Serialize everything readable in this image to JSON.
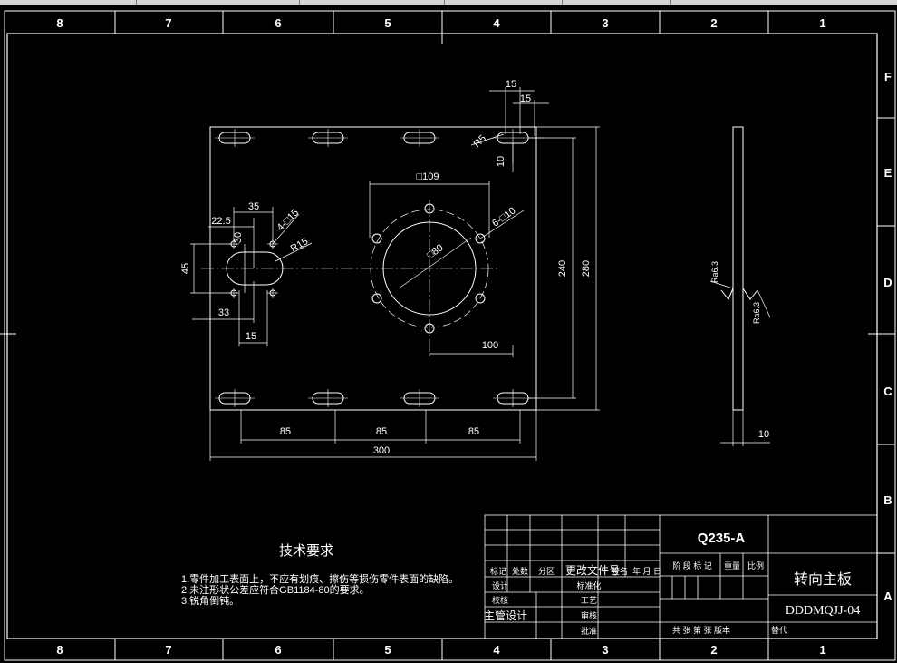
{
  "drawing": {
    "zone_numbers_top": [
      "8",
      "7",
      "6",
      "5",
      "4",
      "3",
      "2",
      "1"
    ],
    "zone_numbers_bottom": [
      "8",
      "7",
      "6",
      "5",
      "4",
      "3",
      "2",
      "1"
    ],
    "zone_letters": [
      "F",
      "E",
      "D",
      "C",
      "B",
      "A"
    ],
    "dimensions": {
      "d15a": "15",
      "d15b": "15",
      "r5": "R5",
      "d10v": "10",
      "sq109": "□109",
      "d35": "35",
      "d22_5": "22.5",
      "d30": "30",
      "four_sq15": "4-□15",
      "r15": "R15",
      "six_sq10": "6-□10",
      "sq80": "□80",
      "d45": "45",
      "d33": "33",
      "d15c": "15",
      "d240": "240",
      "d280": "280",
      "d100": "100",
      "d85a": "85",
      "d85b": "85",
      "d85c": "85",
      "d300": "300",
      "d10side": "10",
      "ra1": "Ra6.3",
      "ra2": "Ra6.3"
    },
    "tech_requirements": {
      "title": "技术要求",
      "items": [
        "1.零件加工表面上，不应有划痕、擦伤等损伤零件表面的缺陷。",
        "2.未注形状公差应符合GB1184-80的要求。",
        "3.锐角倒钝。"
      ]
    },
    "title_block": {
      "material": "Q235-A",
      "part_name": "转向主板",
      "drawing_no": "DDDMQJJ-04",
      "row_headers": [
        "标记",
        "处数",
        "分区",
        "更改文件号",
        "签名",
        "年 月 日"
      ],
      "left_labels": [
        "设计",
        "校核",
        "主管设计"
      ],
      "mid_labels": [
        "标准化",
        "工艺",
        "审核",
        "批准"
      ],
      "stage_headers": [
        "阶 段 标 记",
        "重量",
        "比例"
      ],
      "sheet_text": "共  张  第  张  版本",
      "replace_text": "替代"
    }
  }
}
